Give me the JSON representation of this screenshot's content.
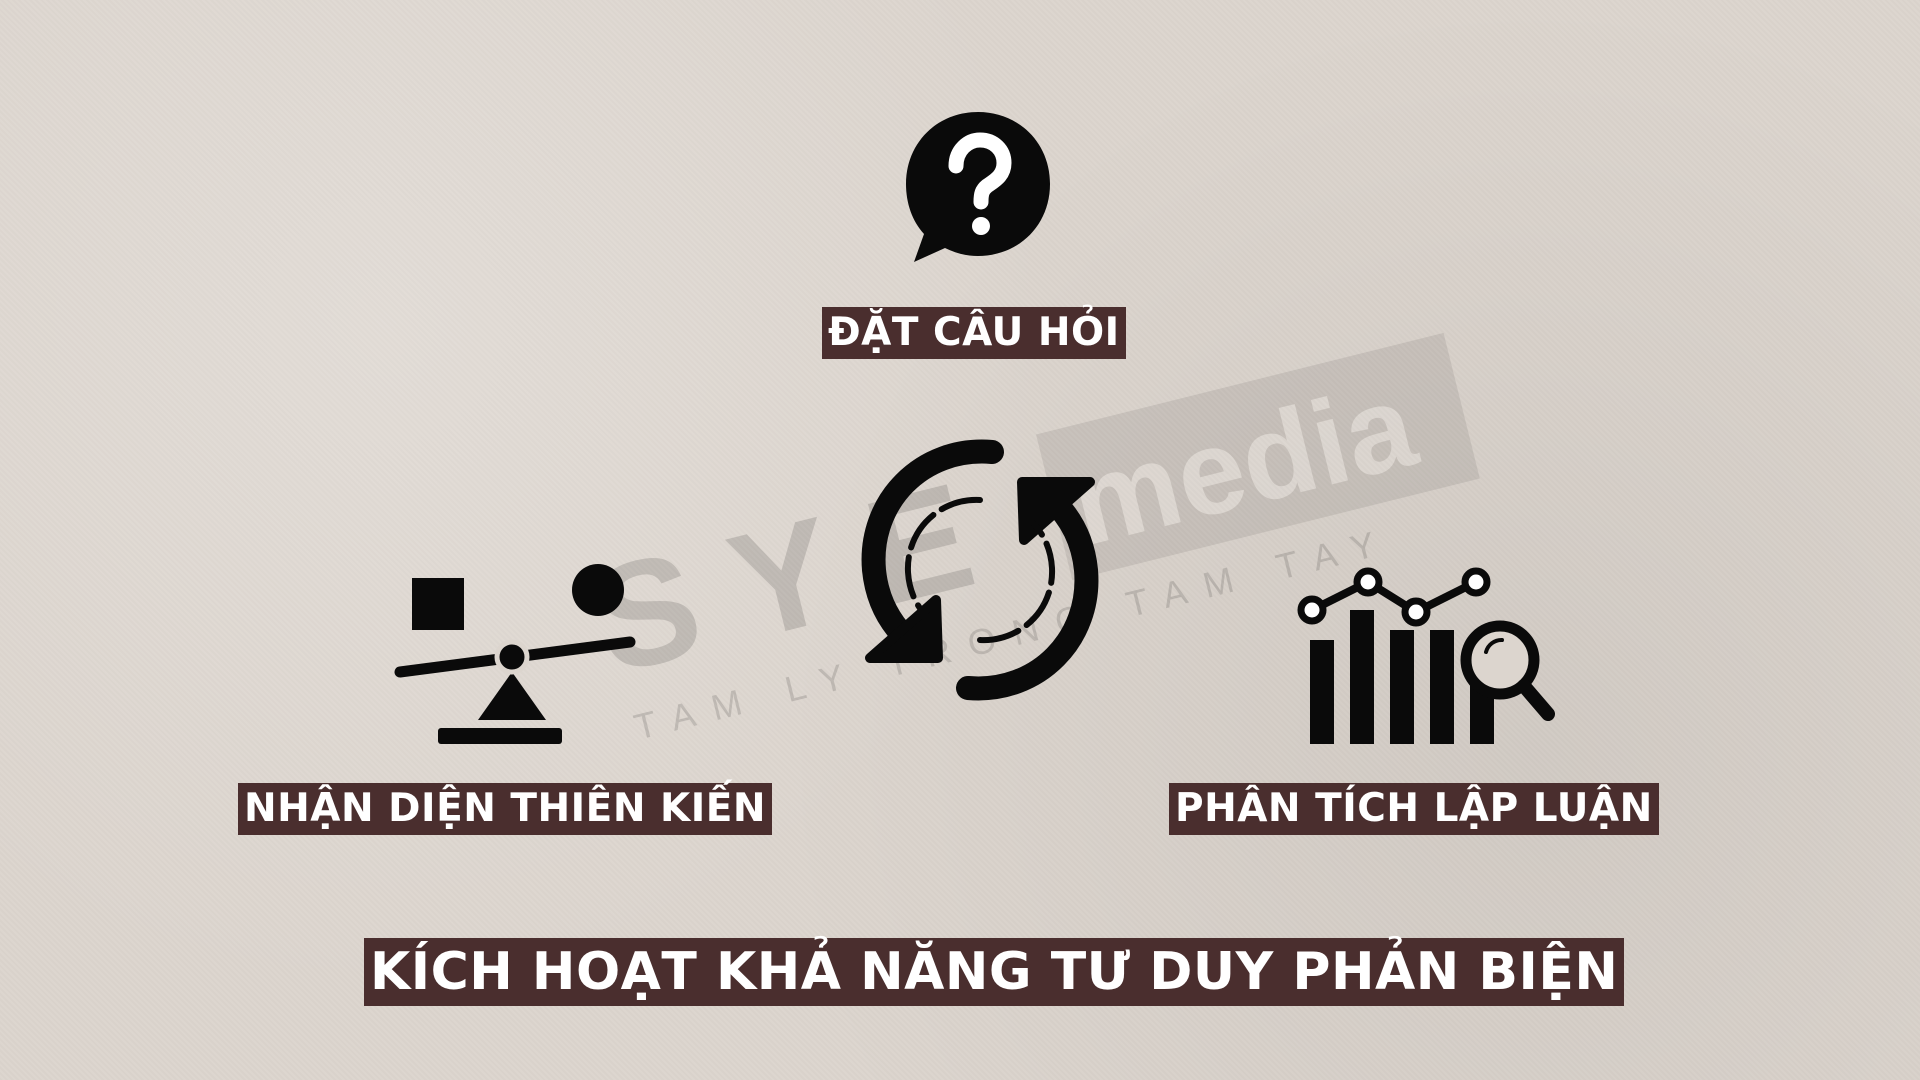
{
  "diagram": {
    "top_node": {
      "label": "ĐẶT CÂU HỎI",
      "icon": "question-bubble-icon"
    },
    "left_node": {
      "label": "NHẬN DIỆN THIÊN KIẾN",
      "icon": "seesaw-icon"
    },
    "right_node": {
      "label": "PHÂN TÍCH LẬP LUẬN",
      "icon": "chart-magnifier-icon"
    },
    "center": {
      "icon": "refresh-cycle-icon"
    },
    "title": "KÍCH HOẠT KHẢ NĂNG TƯ DUY PHẢN BIỆN"
  },
  "watermark": {
    "brand_letters": "SYE",
    "brand_suffix": "media",
    "tagline": "TAM LY TRONG TAM TAY"
  },
  "colors": {
    "background": "#dcd5ce",
    "label_background": "#4a2e2e",
    "label_text": "#ffffff",
    "icon": "#0a0a0a"
  }
}
